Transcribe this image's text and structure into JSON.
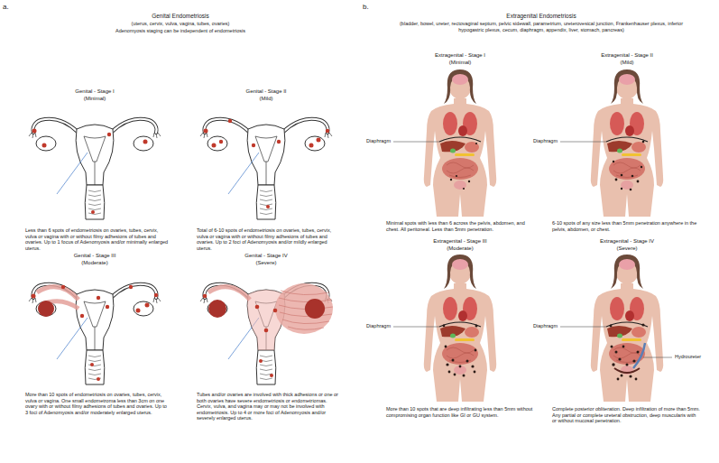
{
  "diagram": {
    "labels": [
      "a.",
      "Genital Endometriosis",
      "(uterus, cervix, vulva, vagina, tubes, ovaries)",
      "Adenomyosis staging can be independent of endometriosis",
      "Genital - Stage I",
      "(Minimal)",
      "Less than 6 spots of endometriosis on ovaries, tubes, cervix, vulva or vagina with or without filmy adhesions of tubes and ovaries. Up to 1 focus of Adenomyosis and/or minimally enlarged uterus.",
      "Genital - Stage II",
      "(Mild)",
      "Total of 6-10 spots of endometriosis on ovaries, tubes, cervix, vulva or vagina with or without filmy adhesions of tubes and ovaries. Up to 2 foci of Adenomyosis and/or mildly enlarged uterus.",
      "Genital - Stage III",
      "(Moderate)",
      "More than 10 spots of endometriosis on ovaries, tubes, cervix, vulva or vagina. One small endometroma less than 3cm on one ovary with or without filmy adhesions of tubes and ovaries. Up to 3 foci of Adenomyosis and/or moderately enlarged uterus.",
      "Genital - Stage IV",
      "(Severe)",
      "Tubes and/or ovaries are involved with thick adhesions or one or both ovaries have severe endometriosis or endometriomas. Cervix, vulva, and vagina may or may not be involved with endometriosis. Up to 4 or more foci of Adenomyosis and/or severely enlarged uterus.",
      "b.",
      "Extragenital Endometriosis",
      "(bladder, bowel, ureter, rectovaginal septum, pelvic sidewall, parametrium, ureterovesical junction, Frankenhauser plexus, inferior hypogastric plexus, cecum, diaphragm, appendix, liver, stomach, pancreas)",
      "Extragenital - Stage I",
      "(Minimal)",
      "Diaphragm",
      "Minimal spots with less than 6 across the pelvis, abdomen, and chest. All peritoneal. Less than 5mm penetration.",
      "Extragenital - Stage II",
      "(Mild)",
      "Diaphragm",
      "6-10 spots of any size less than 5mm penetration anywhere in the pelvis, abdomen, or chest.",
      "Extragenital - Stage III",
      "(Moderate)",
      "Diaphragm",
      "More than 10 spots that are deep infiltrating less than 5mm without compromising organ function like GI or GU system.",
      "Extragenital - Stage IV",
      "(Severe)",
      "Diaphragm",
      "Hydroureter",
      "Complete posterior obliteration. Deep infiltration of more than 5mm. Any partial or complete ureteral obstruction, deep muscularis with or without mucosal penetration."
    ]
  }
}
